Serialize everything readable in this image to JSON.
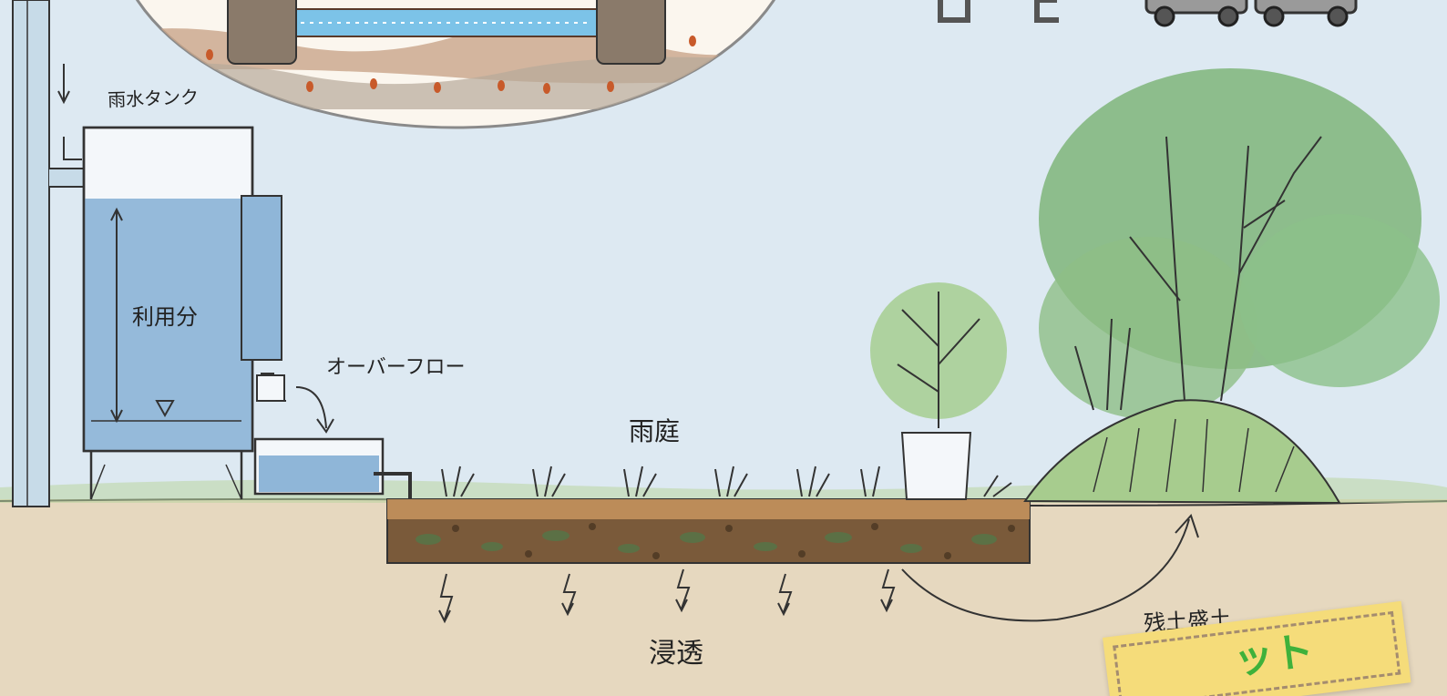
{
  "labels": {
    "tank": "雨水タンク",
    "usable": "利用分",
    "overflow": "オーバーフロー",
    "rain_garden": "雨庭",
    "infiltration": "浸透",
    "surplus_soil": "残土盛土"
  },
  "note": {
    "text": "ット"
  },
  "colors": {
    "sky": "#dde9f2",
    "ground": "#e4d6bc",
    "water": "#8fb6d8",
    "gravel": "#7a5a3a",
    "tree": "#7fb57a",
    "note": "#f5dc7a",
    "note_text": "#3fb13b"
  }
}
